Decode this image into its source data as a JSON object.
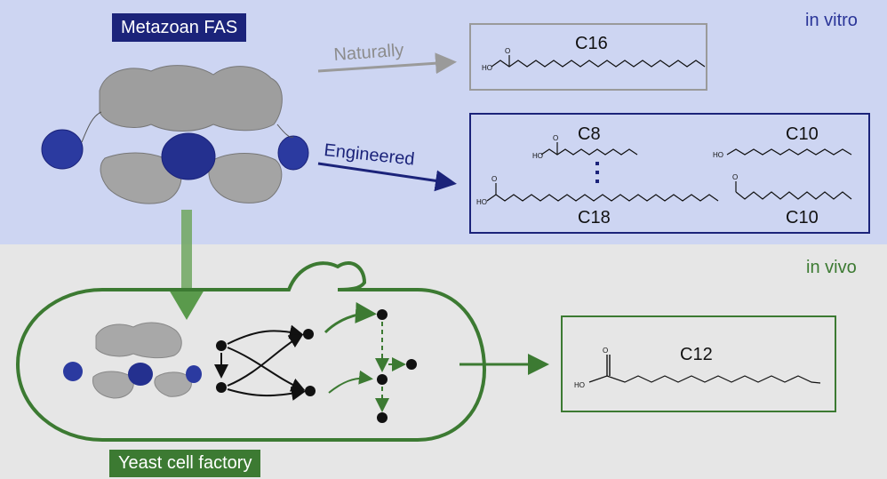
{
  "header": {
    "fas_label": "Metazoan FAS",
    "in_vitro": "in vitro"
  },
  "arrows": {
    "naturally": "Naturally",
    "engineered": "Engineered"
  },
  "products_natural": {
    "chain": "C16"
  },
  "products_engineered": {
    "c8": "C8",
    "c18": "C18",
    "c10_alcohol": "C10",
    "c10_aldehyde": "C10"
  },
  "invivo": {
    "label": "in vivo",
    "factory_label": "Yeast cell factory",
    "product_chain": "C12"
  },
  "atoms": {
    "oh": "HO",
    "o": "O"
  },
  "colors": {
    "navy": "#1b237a",
    "green": "#3c7a32",
    "grey": "#9a9a9a"
  }
}
